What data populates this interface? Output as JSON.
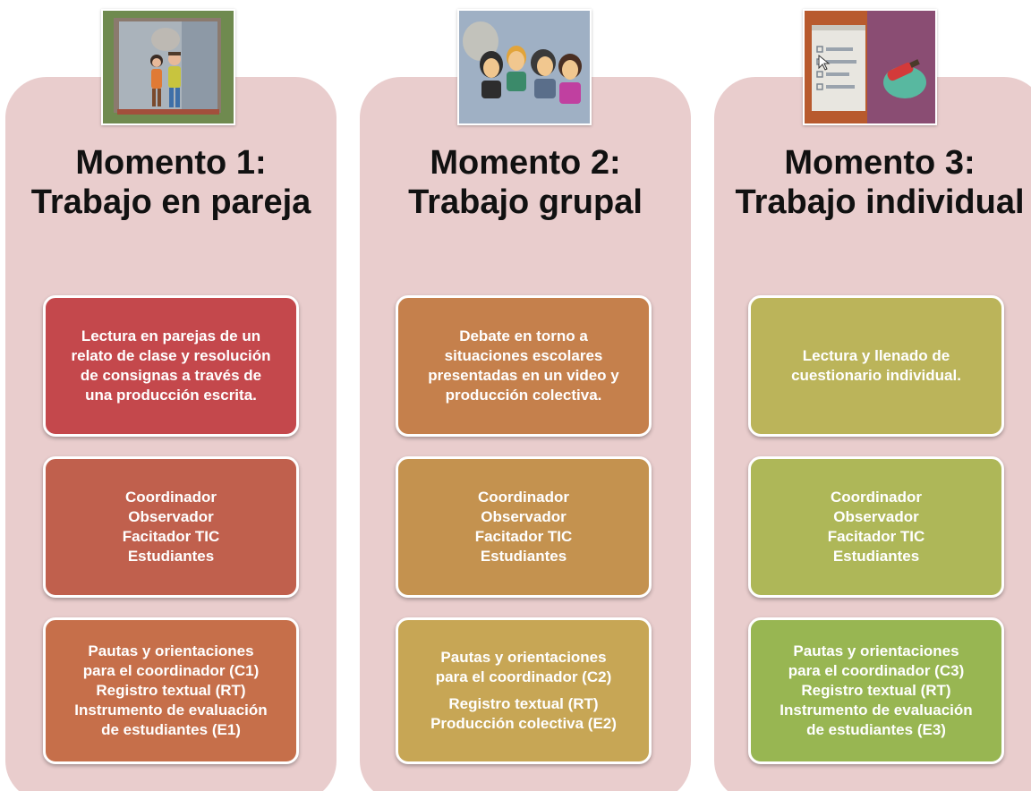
{
  "columns": [
    {
      "heading": [
        "Momento 1:",
        "Trabajo en pareja"
      ],
      "activity": [
        "Lectura en parejas de un",
        "relato de clase y resolución",
        "de consignas a través de",
        "una producción escrita."
      ],
      "roles": [
        "Coordinador",
        "Observador",
        "Facitador TIC",
        "Estudiantes"
      ],
      "instruments": [
        "Pautas y orientaciones",
        "para el coordinador (C1)",
        "Registro textual (RT)",
        "Instrumento de evaluación",
        "de estudiantes (E1)"
      ],
      "image": "two-people-illustration",
      "colors": {
        "activity": "#c4484c",
        "roles": "#c0604d",
        "instruments": "#c66f4a"
      }
    },
    {
      "heading": [
        "Momento 2:",
        "Trabajo grupal"
      ],
      "activity": [
        "Debate en torno a",
        "situaciones escolares",
        "presentadas en un video y",
        "producción colectiva."
      ],
      "roles": [
        "Coordinador",
        "Observador",
        "Facitador TIC",
        "Estudiantes"
      ],
      "instruments_a": [
        "Pautas y orientaciones",
        "para el coordinador (C2)"
      ],
      "instruments_b": [
        "Registro textual (RT)",
        "Producción colectiva (E2)"
      ],
      "image": "group-of-people-illustration",
      "colors": {
        "activity": "#c5804c",
        "roles": "#c4924f",
        "instruments": "#c7a655"
      }
    },
    {
      "heading": [
        "Momento 3:",
        "Trabajo individual"
      ],
      "activity": [
        "Lectura y llenado de",
        "cuestionario individual."
      ],
      "roles": [
        "Coordinador",
        "Observador",
        "Facitador TIC",
        "Estudiantes"
      ],
      "instruments": [
        "Pautas y orientaciones",
        "para el coordinador (C3)",
        "Registro textual (RT)",
        "Instrumento de evaluación",
        "de estudiantes (E3)"
      ],
      "image": "questionnaire-checklist-illustration",
      "colors": {
        "activity": "#bbb45a",
        "roles": "#aeb758",
        "instruments": "#98b652"
      }
    }
  ],
  "colors": {
    "panel": "#e9cdcd",
    "heading_text": "#111111",
    "box_text": "#ffffff",
    "box_border": "#ffffff"
  }
}
